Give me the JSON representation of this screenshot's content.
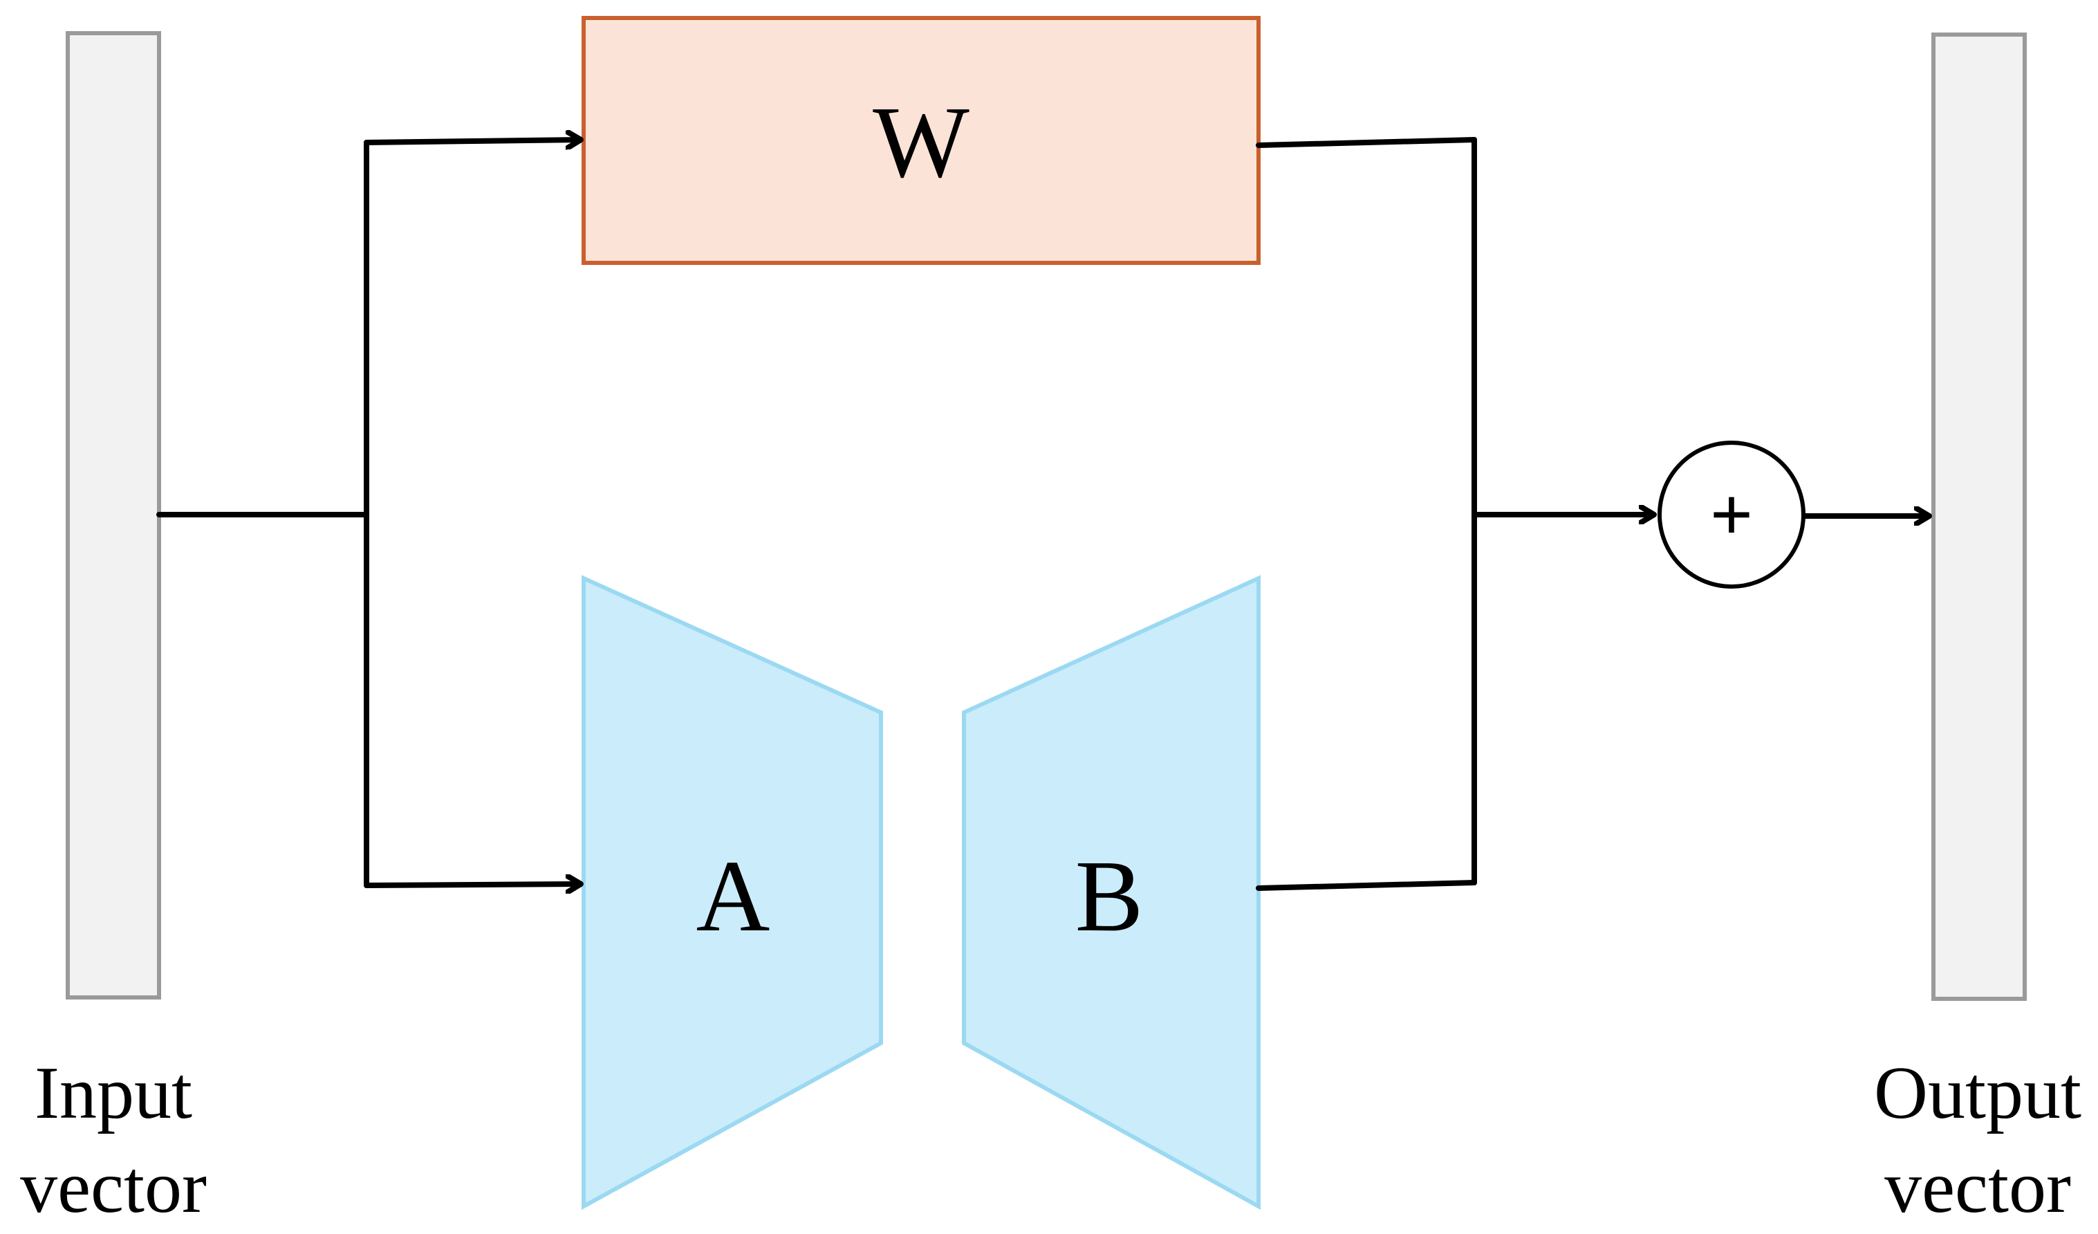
{
  "diagram": {
    "input_vector": {
      "line1": "Input",
      "line2": "vector"
    },
    "output_vector": {
      "line1": "Output",
      "line2": "vector"
    },
    "weight_block": {
      "label": "W"
    },
    "adapter_a": {
      "label": "A"
    },
    "adapter_b": {
      "label": "B"
    },
    "sum_node": {
      "symbol": "+"
    }
  },
  "colors": {
    "vector_fill": "#f2f2f2",
    "vector_stroke": "#9a9a9a",
    "weight_fill": "#fce3d8",
    "weight_stroke": "#c9602e",
    "adapter_fill": "#cbecfb",
    "adapter_stroke": "#9bd9f2",
    "line": "#000000"
  }
}
